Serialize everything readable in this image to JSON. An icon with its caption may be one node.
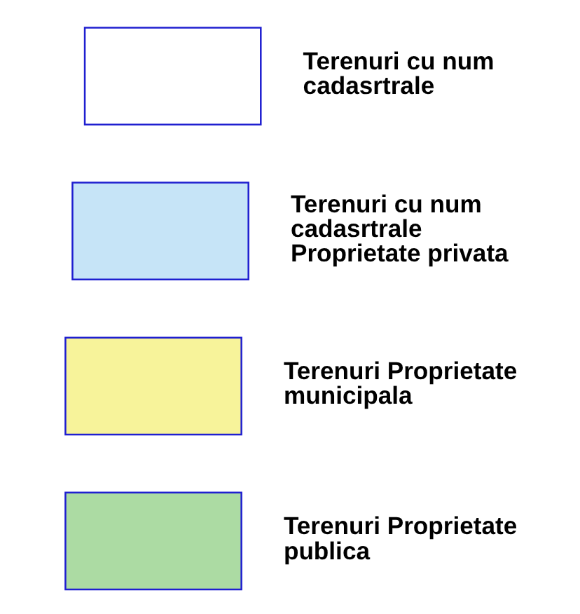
{
  "diagram": {
    "legend": [
      {
        "text": "Terenuri cu num cadasrtrale",
        "color": "#ffffff"
      },
      {
        "text": "Terenuri cu num cadasrtrale Proprietate privata",
        "color": "#c6e4f7"
      },
      {
        "text": "Terenuri Proprietate municipala",
        "color": "#f7f39a"
      },
      {
        "text": "Terenuri Proprietate publica",
        "color": "#acdba3"
      }
    ]
  }
}
